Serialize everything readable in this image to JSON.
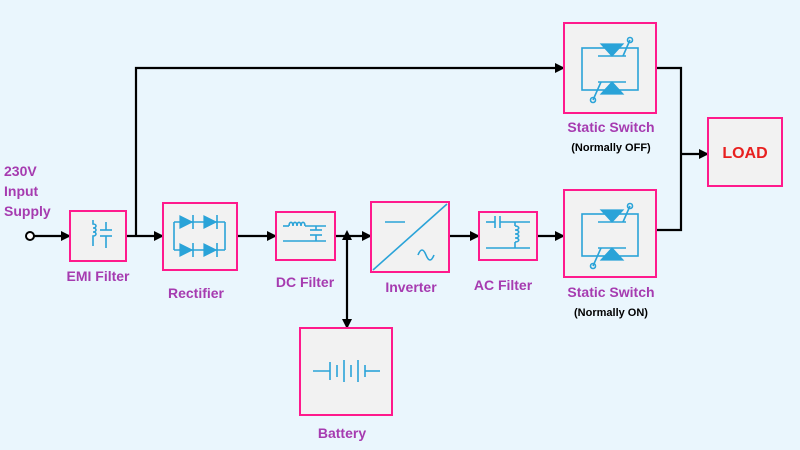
{
  "input_label": [
    "230V",
    "Input",
    "Supply"
  ],
  "blocks": {
    "emi_filter": "EMI Filter",
    "rectifier": "Rectifier",
    "dc_filter": "DC Filter",
    "inverter": "Inverter",
    "ac_filter": "AC Filter",
    "battery": "Battery",
    "static_switch_top": "Static Switch",
    "static_switch_top_note": "(Normally OFF)",
    "static_switch_bottom": "Static Switch",
    "static_switch_bottom_note": "(Normally ON)",
    "load": "LOAD"
  },
  "colors": {
    "background": "#eaf6fd",
    "block_border": "#ff1a8c",
    "block_fill": "#f2f2f2",
    "symbol": "#2aa3d8",
    "label": "#a63bb0",
    "load_text": "#e8201f",
    "wire": "#000000"
  }
}
